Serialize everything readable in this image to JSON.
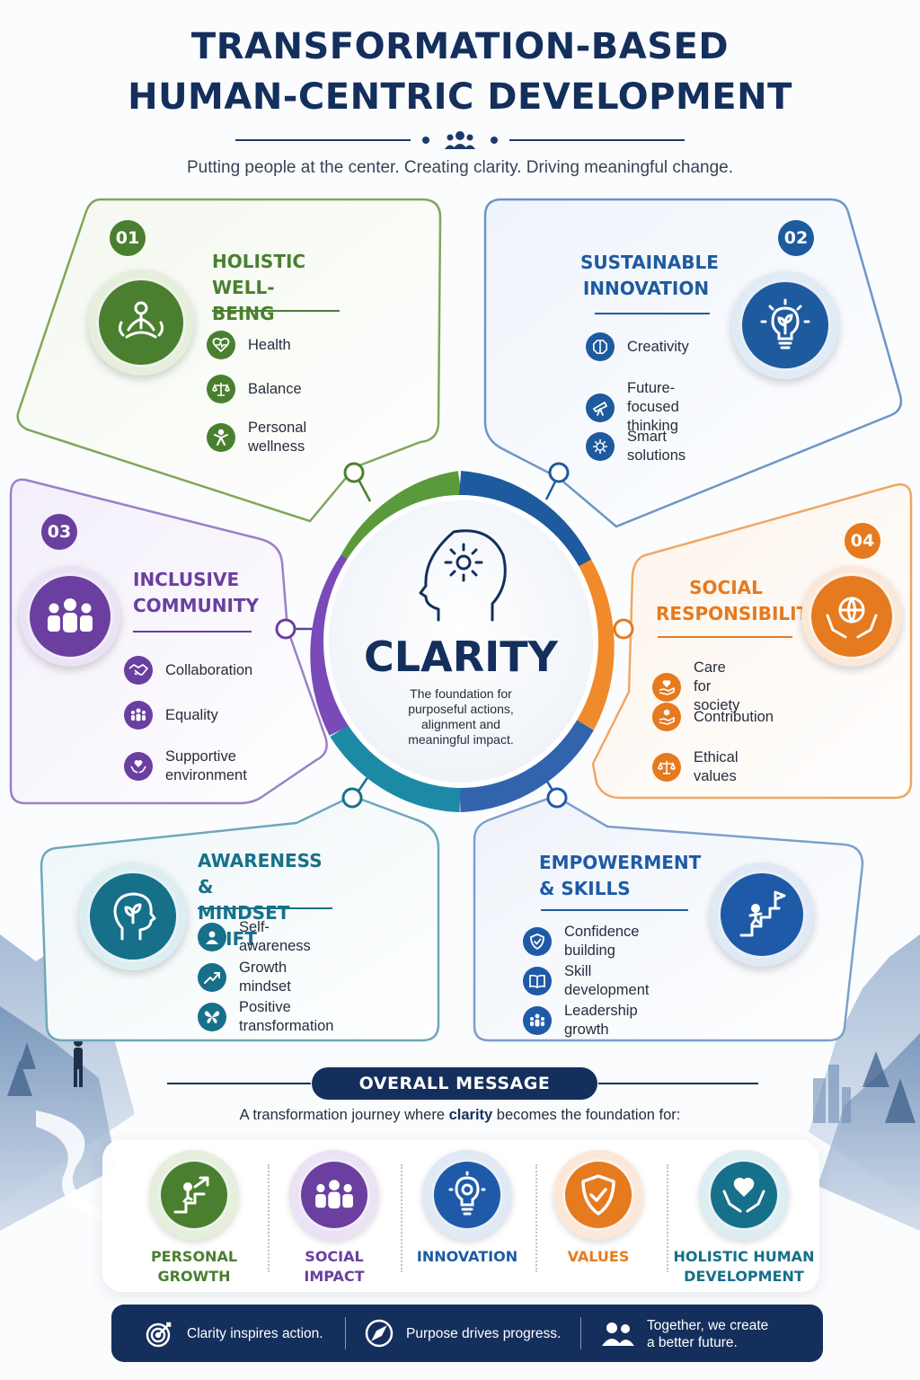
{
  "header": {
    "title_line1": "TRANSFORMATION-BASED",
    "title_line2": "HUMAN-CENTRIC DEVELOPMENT",
    "subtitle": "Putting people at the center. Creating clarity. Driving meaningful change."
  },
  "center": {
    "title": "CLARITY",
    "description": "The foundation for\npurposeful actions,\nalignment and\nmeaningful impact."
  },
  "cards": [
    {
      "number": "01",
      "title": "HOLISTIC\nWELL-BEING",
      "color": "#4a7f2f",
      "icon": "meditation-icon",
      "items": [
        {
          "label": "Health",
          "icon": "heart-pulse-icon"
        },
        {
          "label": "Balance",
          "icon": "scales-icon"
        },
        {
          "label": "Personal wellness",
          "icon": "person-wellness-icon"
        }
      ]
    },
    {
      "number": "02",
      "title": "SUSTAINABLE\nINNOVATION",
      "color": "#1e5a9e",
      "icon": "lightbulb-plant-icon",
      "items": [
        {
          "label": "Creativity",
          "icon": "brain-icon"
        },
        {
          "label": "Future-focused\nthinking",
          "icon": "telescope-icon"
        },
        {
          "label": "Smart solutions",
          "icon": "gear-brain-icon"
        }
      ]
    },
    {
      "number": "03",
      "title": "INCLUSIVE\nCOMMUNITY",
      "color": "#6a3fa0",
      "icon": "people-group-icon",
      "items": [
        {
          "label": "Collaboration",
          "icon": "handshake-icon"
        },
        {
          "label": "Equality",
          "icon": "equality-people-icon"
        },
        {
          "label": "Supportive\nenvironment",
          "icon": "heart-hands-icon"
        }
      ]
    },
    {
      "number": "04",
      "title": "SOCIAL\nRESPONSIBILITY",
      "color": "#e57a1f",
      "icon": "globe-hands-icon",
      "items": [
        {
          "label": "Care for society",
          "icon": "heart-hand-icon"
        },
        {
          "label": "Contribution",
          "icon": "giving-hand-icon"
        },
        {
          "label": "Ethical values",
          "icon": "scales-icon"
        }
      ]
    },
    {
      "title": "AWARENESS &\nMINDSET SHIFT",
      "color": "#16708a",
      "icon": "head-sprout-icon",
      "items": [
        {
          "label": "Self-awareness",
          "icon": "person-icon"
        },
        {
          "label": "Growth mindset",
          "icon": "trend-up-icon"
        },
        {
          "label": "Positive transformation",
          "icon": "butterfly-icon"
        }
      ]
    },
    {
      "title": "EMPOWERMENT\n& SKILLS",
      "color": "#1e5aa8",
      "icon": "stairs-flag-icon",
      "items": [
        {
          "label": "Confidence building",
          "icon": "shield-check-icon"
        },
        {
          "label": "Skill development",
          "icon": "book-icon"
        },
        {
          "label": "Leadership growth",
          "icon": "leader-group-icon"
        }
      ]
    }
  ],
  "overall": {
    "label": "OVERALL MESSAGE",
    "text_before": "A transformation journey where ",
    "text_bold": "clarity",
    "text_after": " becomes the foundation for:"
  },
  "pillars": [
    {
      "label": "PERSONAL\nGROWTH",
      "color": "#4a7f2f",
      "icon": "growth-steps-icon"
    },
    {
      "label": "SOCIAL\nIMPACT",
      "color": "#6a3fa0",
      "icon": "people-group-icon"
    },
    {
      "label": "INNOVATION",
      "color": "#1e5aa8",
      "icon": "lightbulb-gear-icon"
    },
    {
      "label": "VALUES",
      "color": "#e57a1f",
      "icon": "shield-check-icon"
    },
    {
      "label": "HOLISTIC HUMAN\nDEVELOPMENT",
      "color": "#16708a",
      "icon": "heart-hands-icon"
    }
  ],
  "footer": [
    {
      "text": "Clarity inspires action.",
      "icon": "target-icon"
    },
    {
      "text": "Purpose drives progress.",
      "icon": "compass-icon"
    },
    {
      "text": "Together, we create\na better future.",
      "icon": "people-icon"
    }
  ]
}
